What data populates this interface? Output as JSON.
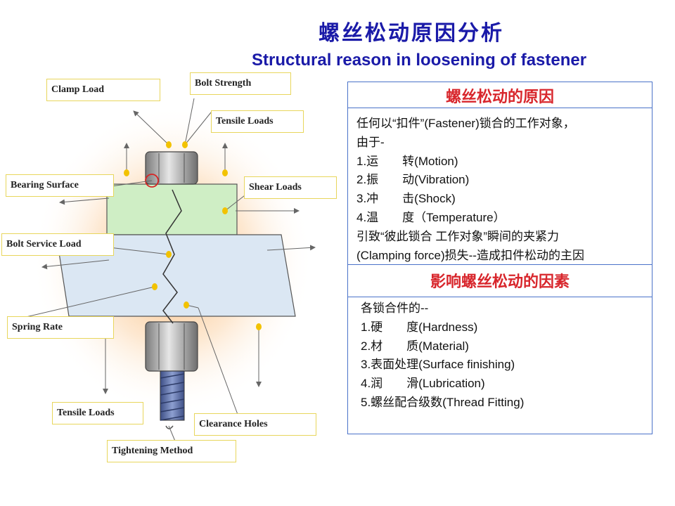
{
  "title_cn": "螺丝松动原因分析",
  "title_en": "Structural reason in loosening of fastener",
  "diagram": {
    "labels": {
      "clamp_load": "Clamp Load",
      "bolt_strength": "Bolt Strength",
      "tensile_loads_top": "Tensile Loads",
      "bearing_surface": "Bearing Surface",
      "shear_loads": "Shear Loads",
      "bolt_service_load": "Bolt Service Load",
      "spring_rate": "Spring Rate",
      "tensile_loads_bottom": "Tensile Loads",
      "clearance_holes": "Clearance Holes",
      "tightening_method": "Tightening Method"
    }
  },
  "panel": {
    "reasons_heading": "螺丝松动的原因",
    "reasons_lines": [
      "任何以“扣件”(Fastener)锁合的工作对象，",
      "由于-",
      "1.运　　转(Motion)",
      "2.振　　动(Vibration)",
      "3.冲　　击(Shock)",
      "4.温　　度（Temperature）",
      "引致“彼此锁合  工作对象”瞬间的夹紧力",
      "(Clamping  force)损失--造成扣件松动的主因"
    ],
    "factors_heading": "影响螺丝松动的因素",
    "factors_lines": [
      "各锁合件的--",
      "1.硬　　度(Hardness)",
      "2.材　　质(Material)",
      "3.表面处理(Surface finishing)",
      "4.润　　滑(Lubrication)",
      "5.螺丝配合级数(Thread Fitting)"
    ]
  },
  "colors": {
    "title": "#1a1aa8",
    "heading": "#d8262c",
    "border": "#4a72c9",
    "label_border": "#e8d65c",
    "marker": "#f2c200",
    "upper_plate": "#cfeec5",
    "lower_plate": "#dbe7f3",
    "bolt": "#a8a8a8",
    "thread": "#6b7fb5"
  }
}
